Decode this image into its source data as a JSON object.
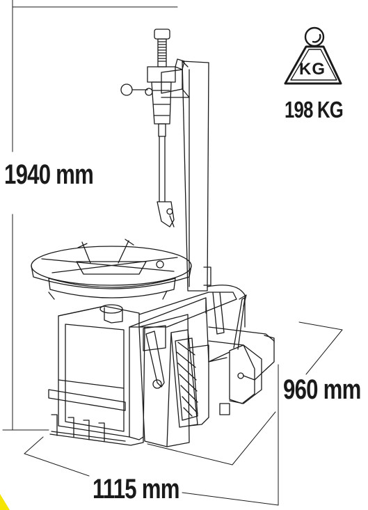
{
  "dimensions": {
    "height": "1940 mm",
    "depth": "960 mm",
    "width": "1115 mm"
  },
  "weight": {
    "unit_badge": "KG",
    "value": "198 KG"
  },
  "colors": {
    "line": "#1a1a1a",
    "accent": "#f5e400"
  }
}
